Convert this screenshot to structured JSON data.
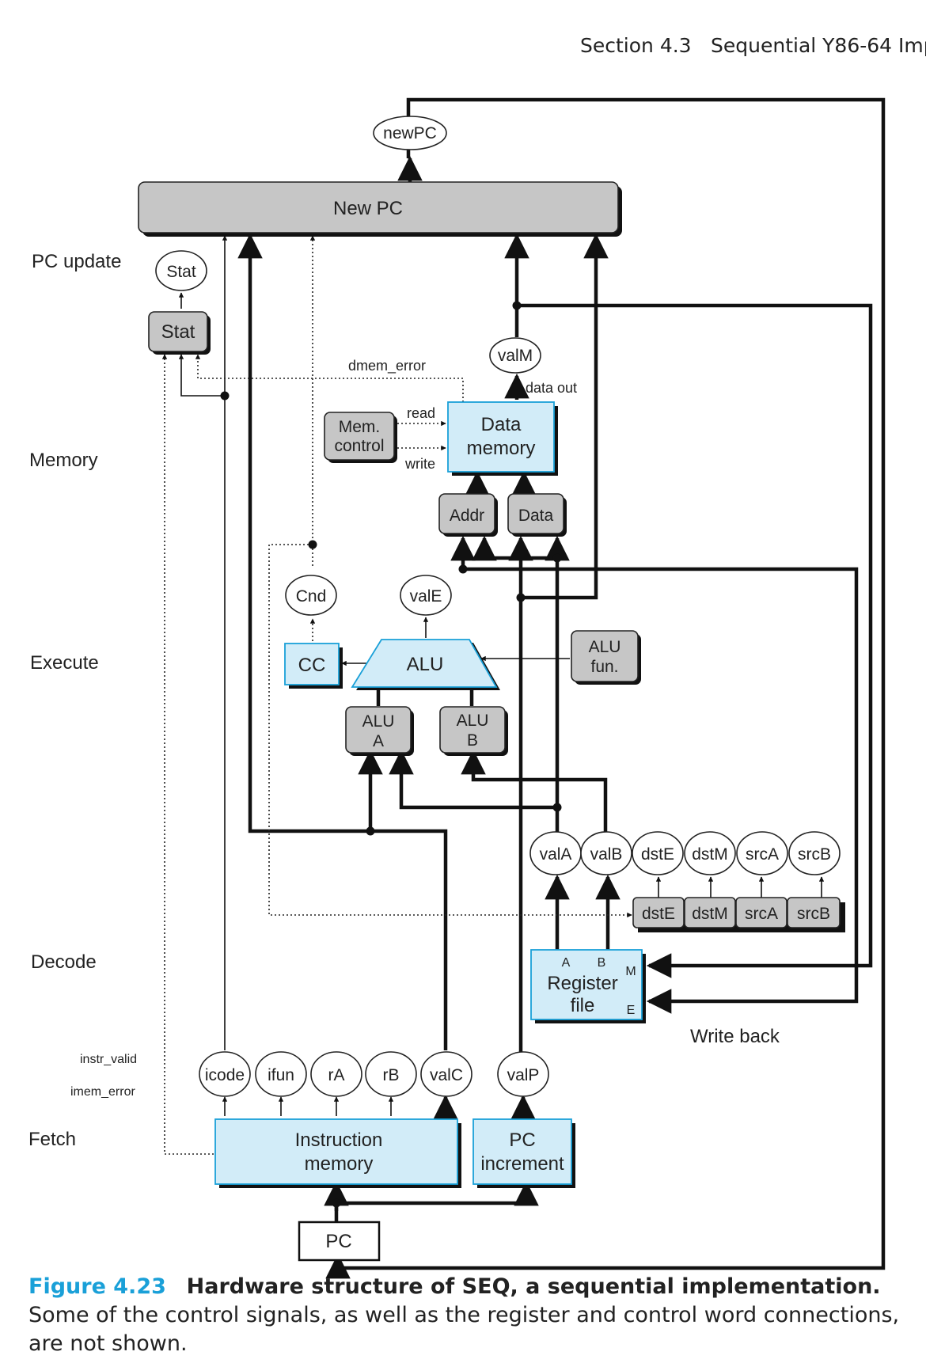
{
  "header": {
    "section": "Section 4.3",
    "title": "Sequential Y86-64 Imp"
  },
  "stages": {
    "pc_update": "PC update",
    "memory": "Memory",
    "execute": "Execute",
    "decode": "Decode",
    "fetch": "Fetch",
    "write_back": "Write back"
  },
  "blocks": {
    "new_pc": "New PC",
    "stat": "Stat",
    "data_memory_1": "Data",
    "data_memory_2": "memory",
    "mem_control_1": "Mem.",
    "mem_control_2": "control",
    "addr": "Addr",
    "data": "Data",
    "alu": "ALU",
    "alu_fun_1": "ALU",
    "alu_fun_2": "fun.",
    "cc": "CC",
    "alu_a_1": "ALU",
    "alu_a_2": "A",
    "alu_b_1": "ALU",
    "alu_b_2": "B",
    "register_file_1": "Register",
    "register_file_2": "file",
    "reg_port_a": "A",
    "reg_port_b": "B",
    "reg_port_m": "M",
    "reg_port_e": "E",
    "instr_memory_1": "Instruction",
    "instr_memory_2": "memory",
    "pc_increment_1": "PC",
    "pc_increment_2": "increment",
    "pc": "PC",
    "dst_boxes": [
      "dstE",
      "dstM",
      "srcA",
      "srcB"
    ]
  },
  "signals": {
    "newpc": "newPC",
    "stat": "Stat",
    "valm": "valM",
    "vale": "valE",
    "cnd": "Cnd",
    "reg_out": [
      "valA",
      "valB",
      "dstE",
      "dstM",
      "srcA",
      "srcB"
    ],
    "fetch_out": [
      "icode",
      "ifun",
      "rA",
      "rB",
      "valC"
    ],
    "valp": "valP"
  },
  "wire_labels": {
    "dmem_error": "dmem_error",
    "data_out": "data out",
    "read": "read",
    "write": "write",
    "instr_valid": "instr_valid",
    "imem_error": "imem_error"
  },
  "caption": {
    "figure": "Figure 4.23",
    "title": "Hardware structure of SEQ, a sequential implementation.",
    "text": "Some of the control signals, as well as the register and control word connections, are not shown."
  }
}
